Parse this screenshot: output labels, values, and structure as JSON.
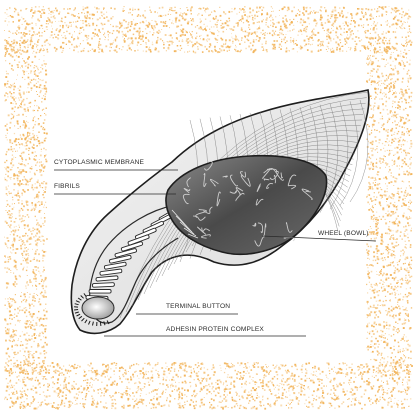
{
  "diagram": {
    "labels": {
      "cytoplasmic_membrane": "CYTOPLASMIC MEMBRANE",
      "fibrils": "FIBRILS",
      "wheel": "WHEEL (BOWL)",
      "terminal_button": "TERMINAL BUTTON",
      "adhesin_complex": "ADHESIN PROTEIN COMPLEX"
    }
  },
  "colors": {
    "frame": "#f2b45a",
    "background": "#ffffff",
    "ink": "#2a2a2a",
    "interior": "#5a5a5a"
  }
}
